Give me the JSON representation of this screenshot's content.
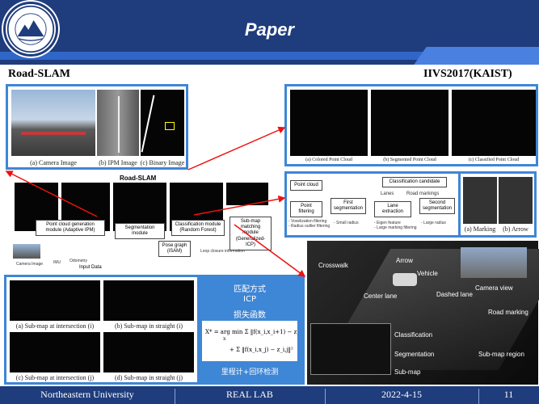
{
  "header": {
    "title": "Paper",
    "logo_text": "NORTHEASTERN UNIVERSITY 1923"
  },
  "subtitle_left": "Road-SLAM",
  "subtitle_right": "IIVS2017(KAIST)",
  "top_left": {
    "captions": [
      "(a) Camera Image",
      "(b) IPM Image",
      "(c) Binary Image"
    ]
  },
  "top_right": {
    "captions": [
      "(a) Colored Point Cloud",
      "(b) Segmented Point Cloud",
      "(c) Classified Point Cloud"
    ]
  },
  "pipeline": {
    "title": "Road-SLAM",
    "nodes": [
      "Point cloud generation module (Adaptive IPM)",
      "Segmentation module",
      "Classification module (Random Forest)",
      "Sub-map matching module (Generalized-ICP)",
      "Pose graph (iSAM)"
    ],
    "labels": [
      "Camera Image",
      "IMU",
      "Odometry",
      "Input Data",
      "Loop closure information"
    ]
  },
  "classification": {
    "nodes": [
      "Point cloud",
      "Point filtering",
      "First segmentation",
      "Lane extraction",
      "Second segmentation",
      "Classification candidate"
    ],
    "top_labels": [
      "Lanes",
      "Road markings"
    ],
    "notes": [
      "- Voxelization filtering",
      "- Radius outlier filtering",
      "- Small radius",
      "- Eigen feature",
      "- Large marking filtering",
      "- Large radius"
    ],
    "captions": [
      "(a) Marking",
      "(b) Arrow"
    ]
  },
  "scene": {
    "labels": [
      "Crosswalk",
      "Arrow",
      "Vehicle",
      "Center lane",
      "Dashed lane",
      "Camera view",
      "Road marking",
      "Classification",
      "Segmentation",
      "Sub-map",
      "Sub-map region"
    ]
  },
  "submaps": {
    "captions": [
      "(a) Sub-map at intersection (i)",
      "(b) Sub-map in straight (i)",
      "(c) Sub-map at intersection (j)",
      "(d) Sub-map in straight (j)"
    ]
  },
  "matching": {
    "line1": "匹配方式",
    "line2": "ICP",
    "line3": "损失函数",
    "line4": "里程计+回环检测"
  },
  "footer": {
    "org": "Northeastern University",
    "lab": "REAL  LAB",
    "date": "2022-4-15",
    "page": "11"
  }
}
